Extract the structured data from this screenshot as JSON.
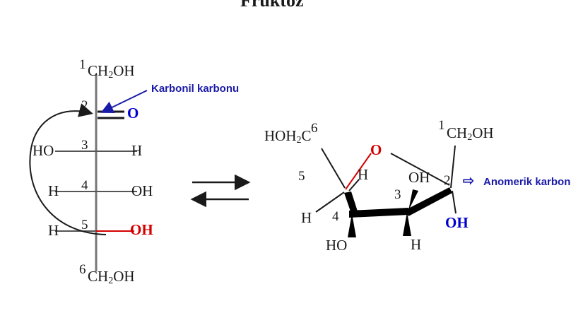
{
  "diagram": {
    "title": "Fruktoz",
    "annotations": {
      "carbonyl": "Karbonil karbonu",
      "anomeric": "Anomerik karbon",
      "anomeric_arrow": "⇨"
    },
    "equilibrium_symbol": "equilibrium-arrows",
    "fischer": {
      "name": "open-chain-fischer-projection",
      "numbers": [
        "1",
        "2",
        "3",
        "4",
        "5",
        "6"
      ],
      "c1_label": "CH",
      "c1_sub": "2",
      "c1_tail": "OH",
      "c2_oxygen": "O",
      "c3_left": "HO",
      "c3_right": "H",
      "c4_left": "H",
      "c4_right": "OH",
      "c5_left": "H",
      "c5_right": "OH",
      "c6_label": "CH",
      "c6_sub": "2",
      "c6_tail": "OH"
    },
    "haworth": {
      "name": "cyclic-haworth-projection",
      "numbers": [
        "1",
        "2",
        "3",
        "4",
        "5",
        "6"
      ],
      "ring_oxygen": "O",
      "c6_label": "HOH",
      "c6_sub": "2",
      "c6_tail": "C",
      "c5_h_up": "H",
      "c5_h_down": "H",
      "c4_oh": "HO",
      "c3_h": "H",
      "c3_oh": "OH",
      "c2_oh": "OH",
      "c1_label": "CH",
      "c1_sub": "2",
      "c1_tail": "OH"
    },
    "colors": {
      "red": "#d40000",
      "blue": "#0000cc",
      "annotation_blue": "#1a1aa8",
      "black": "#1a1a1a",
      "gray": "#555555"
    }
  }
}
